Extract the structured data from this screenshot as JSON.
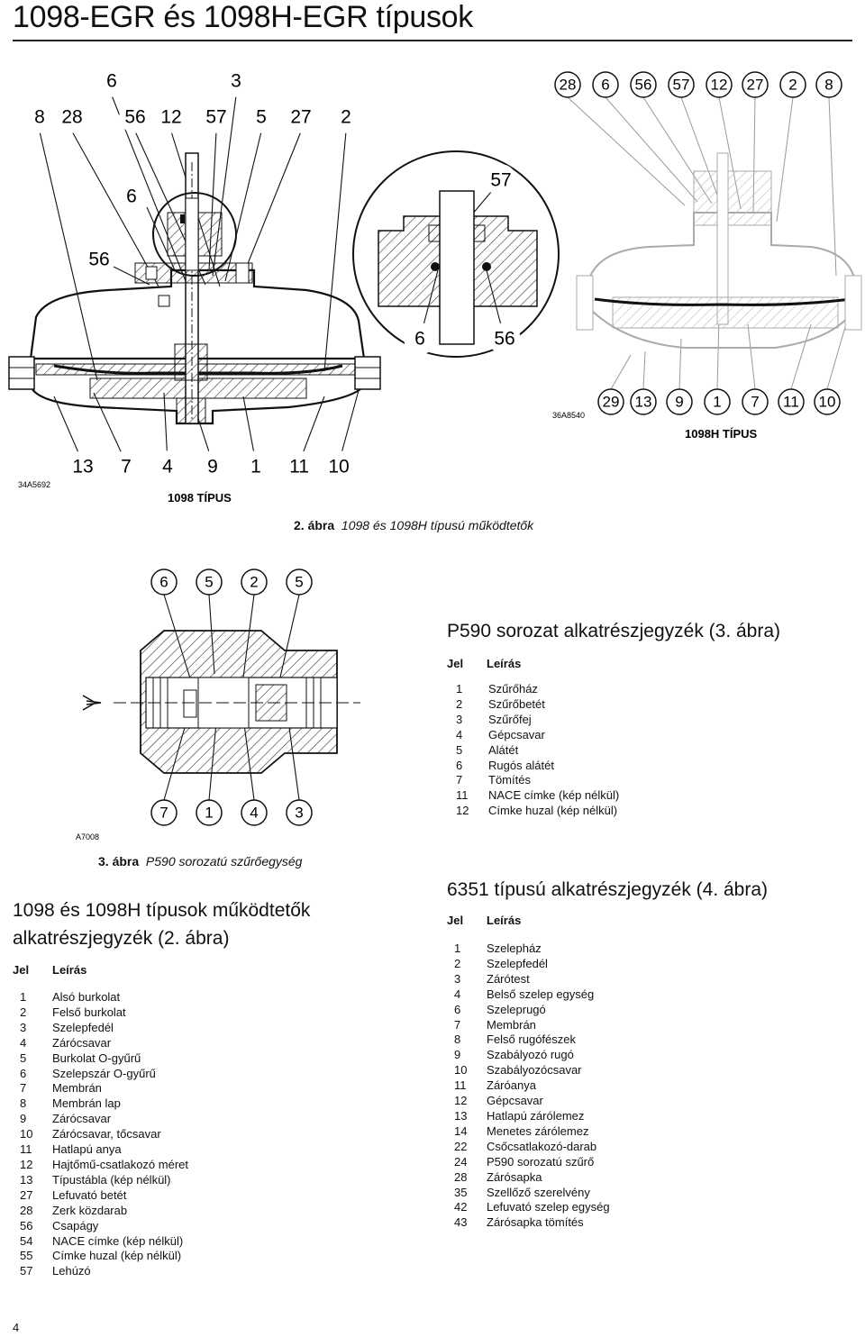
{
  "page": {
    "title": "1098-EGR és 1098H-EGR típusok",
    "page_number": "4"
  },
  "figure2": {
    "caption_label": "2. ábra",
    "caption_text": "1098 és 1098H típusú működtetők",
    "left": {
      "top_row1": [
        "6",
        "3"
      ],
      "top_row2": [
        "8",
        "28",
        "56",
        "12",
        "57",
        "5",
        "27",
        "2"
      ],
      "mid1": "6",
      "mid2": "56",
      "bottom": [
        "13",
        "7",
        "4",
        "9",
        "1",
        "11",
        "10"
      ],
      "type_label": "1098 TÍPUS",
      "code": "34A5692"
    },
    "detail": {
      "top": "57",
      "bottom": [
        "6",
        "56"
      ],
      "code": "36A8540"
    },
    "right": {
      "top": [
        "28",
        "6",
        "56",
        "57",
        "12",
        "27",
        "2",
        "8"
      ],
      "bottom": [
        "29",
        "13",
        "9",
        "1",
        "7",
        "11",
        "10"
      ],
      "type_label": "1098H TÍPUS"
    }
  },
  "figure3": {
    "top": [
      "6",
      "5",
      "2",
      "5"
    ],
    "bottom": [
      "7",
      "1",
      "4",
      "3"
    ],
    "code": "A7008",
    "caption_label": "3. ábra",
    "caption_text": "P590 sorozatú szűrőegység"
  },
  "p590_list": {
    "heading": "P590 sorozat alkatrészjegyzék (3. ábra)",
    "col_key": "Jel",
    "col_desc": "Leírás",
    "rows": [
      {
        "key": "1",
        "desc": "Szűrőház"
      },
      {
        "key": "2",
        "desc": "Szűrőbetét"
      },
      {
        "key": "3",
        "desc": "Szűrőfej"
      },
      {
        "key": "4",
        "desc": "Gépcsavar"
      },
      {
        "key": "5",
        "desc": "Alátét"
      },
      {
        "key": "6",
        "desc": "Rugós alátét"
      },
      {
        "key": "7",
        "desc": "Tömítés"
      },
      {
        "key": "11",
        "desc": "NACE címke (kép nélkül)"
      },
      {
        "key": "12",
        "desc": "Címke huzal (kép nélkül)"
      }
    ]
  },
  "actuator_list": {
    "heading_line1": "1098 és 1098H típusok működtetők",
    "heading_line2": "alkatrészjegyzék (2. ábra)",
    "col_key": "Jel",
    "col_desc": "Leírás",
    "rows": [
      {
        "key": "1",
        "desc": "Alsó burkolat"
      },
      {
        "key": "2",
        "desc": "Felső burkolat"
      },
      {
        "key": "3",
        "desc": "Szelepfedél"
      },
      {
        "key": "4",
        "desc": "Zárócsavar"
      },
      {
        "key": "5",
        "desc": "Burkolat O-gyűrű"
      },
      {
        "key": "6",
        "desc": "Szelepszár O-gyűrű"
      },
      {
        "key": "7",
        "desc": "Membrán"
      },
      {
        "key": "8",
        "desc": "Membrán lap"
      },
      {
        "key": "9",
        "desc": "Zárócsavar"
      },
      {
        "key": "10",
        "desc": "Zárócsavar, tőcsavar"
      },
      {
        "key": "11",
        "desc": "Hatlapú anya"
      },
      {
        "key": "12",
        "desc": "Hajtőmű-csatlakozó méret"
      },
      {
        "key": "13",
        "desc": "Típustábla (kép nélkül)"
      },
      {
        "key": "27",
        "desc": "Lefuvató betét"
      },
      {
        "key": "28",
        "desc": "Zerk közdarab"
      },
      {
        "key": "56",
        "desc": "Csapágy"
      },
      {
        "key": "54",
        "desc": "NACE címke (kép nélkül)"
      },
      {
        "key": "55",
        "desc": "Címke huzal (kép nélkül)"
      },
      {
        "key": "57",
        "desc": "Lehúzó"
      }
    ]
  },
  "type6351_list": {
    "heading": "6351 típusú alkatrészjegyzék (4. ábra)",
    "col_key": "Jel",
    "col_desc": "Leírás",
    "rows": [
      {
        "key": "1",
        "desc": "Szelepház"
      },
      {
        "key": "2",
        "desc": "Szelepfedél"
      },
      {
        "key": "3",
        "desc": "Zárótest"
      },
      {
        "key": "4",
        "desc": "Belső szelep egység"
      },
      {
        "key": "6",
        "desc": "Szeleprugó"
      },
      {
        "key": "7",
        "desc": "Membrán"
      },
      {
        "key": "8",
        "desc": "Felső rugófészek"
      },
      {
        "key": "9",
        "desc": "Szabályozó rugó"
      },
      {
        "key": "10",
        "desc": "Szabályozócsavar"
      },
      {
        "key": "11",
        "desc": "Záróanya"
      },
      {
        "key": "12",
        "desc": "Gépcsavar"
      },
      {
        "key": "13",
        "desc": "Hatlapú zárólemez"
      },
      {
        "key": "14",
        "desc": "Menetes zárólemez"
      },
      {
        "key": "22",
        "desc": "Csőcsatlakozó-darab"
      },
      {
        "key": "24",
        "desc": "P590 sorozatú szűrő"
      },
      {
        "key": "28",
        "desc": "Zárósapka"
      },
      {
        "key": "35",
        "desc": "Szellőző szerelvény"
      },
      {
        "key": "42",
        "desc": "Lefuvató szelep egység"
      },
      {
        "key": "43",
        "desc": "Zárósapka tömítés"
      }
    ]
  }
}
